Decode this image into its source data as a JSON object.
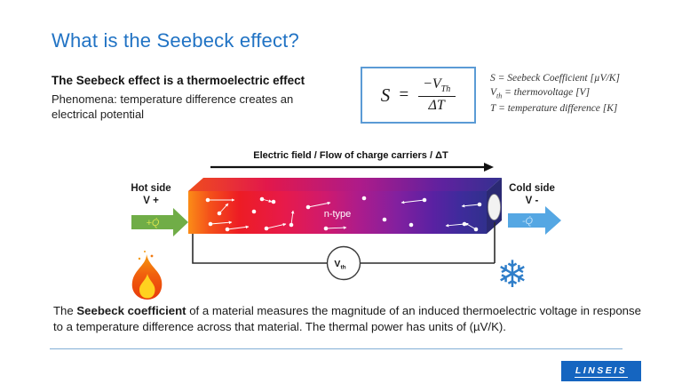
{
  "slide": {
    "title": "What is the Seebeck effect?",
    "subtitle": "The Seebeck effect is a thermoelectric effect",
    "phenomena_line1": "Phenomena: temperature difference creates an",
    "phenomena_line2": "electrical potential"
  },
  "formula": {
    "lhs": "S",
    "equals": "=",
    "numerator_prefix": "−",
    "numerator_symbol": "V",
    "numerator_subscript": "Th",
    "denominator": "ΔT"
  },
  "definitions": {
    "line1": "S = Seebeck Coefficient [µV/K]",
    "line2_symbol": "V",
    "line2_subscript": "th",
    "line2_rest": " = thermovoltage [V]",
    "line3": "T = temperature difference [K]"
  },
  "diagram": {
    "field_label": "Electric field / Flow of charge carriers / ΔT",
    "hot_label": "Hot side",
    "hot_voltage": "V +",
    "hot_heat": "+Q̇",
    "cold_label": "Cold side",
    "cold_voltage": "V -",
    "cold_heat": "-Q̇",
    "material_label": "n-type",
    "voltmeter_symbol": "V",
    "voltmeter_subscript": "th",
    "snowflake_glyph": "❄"
  },
  "body": {
    "prefix": "The ",
    "bold": "Seebeck coefficient",
    "rest": " of a material measures the magnitude of an induced thermoelectric voltage in response to a temperature difference across that material. The thermal power has units of (µV/K)."
  },
  "footer": {
    "logo_text": "LINSEIS"
  },
  "colors": {
    "title_blue": "#2173c4",
    "formula_border_blue": "#5b9bd5",
    "logo_blue": "#1565c0",
    "hot_arrow_green": "#70ad47",
    "cold_arrow_blue": "#55a7e3",
    "bar_hot_orange": "#fb8c17",
    "bar_cold_navy": "#31308d",
    "rule_blue": "#82aed6"
  }
}
